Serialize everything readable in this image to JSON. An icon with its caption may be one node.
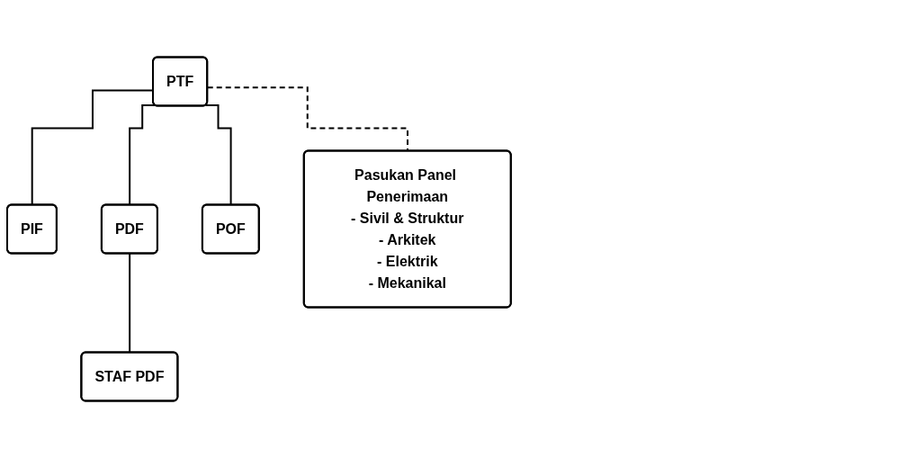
{
  "diagram": {
    "nodes": [
      {
        "text": [
          "PTF"
        ]
      },
      {
        "text": [
          "PIF"
        ]
      },
      {
        "text": [
          "PDF"
        ]
      },
      {
        "text": [
          "POF"
        ]
      },
      {
        "text": [
          "Pasukan Panel Penerimaan",
          "- Sivil & Struktur",
          "- Arkitek",
          "- Elektrik",
          "- Mekanikal"
        ]
      },
      {
        "text": [
          "STAF PDF"
        ]
      }
    ],
    "edges": [
      {
        "from": 0,
        "to": 1,
        "arrow": "none"
      },
      {
        "from": 0,
        "to": 2,
        "arrow": "none"
      },
      {
        "from": 0,
        "to": 3,
        "arrow": "none"
      },
      {
        "from": 0,
        "to": 4,
        "arrow": "none",
        "style": "dashed"
      },
      {
        "from": 2,
        "to": 5,
        "arrow": "none"
      }
    ]
  }
}
